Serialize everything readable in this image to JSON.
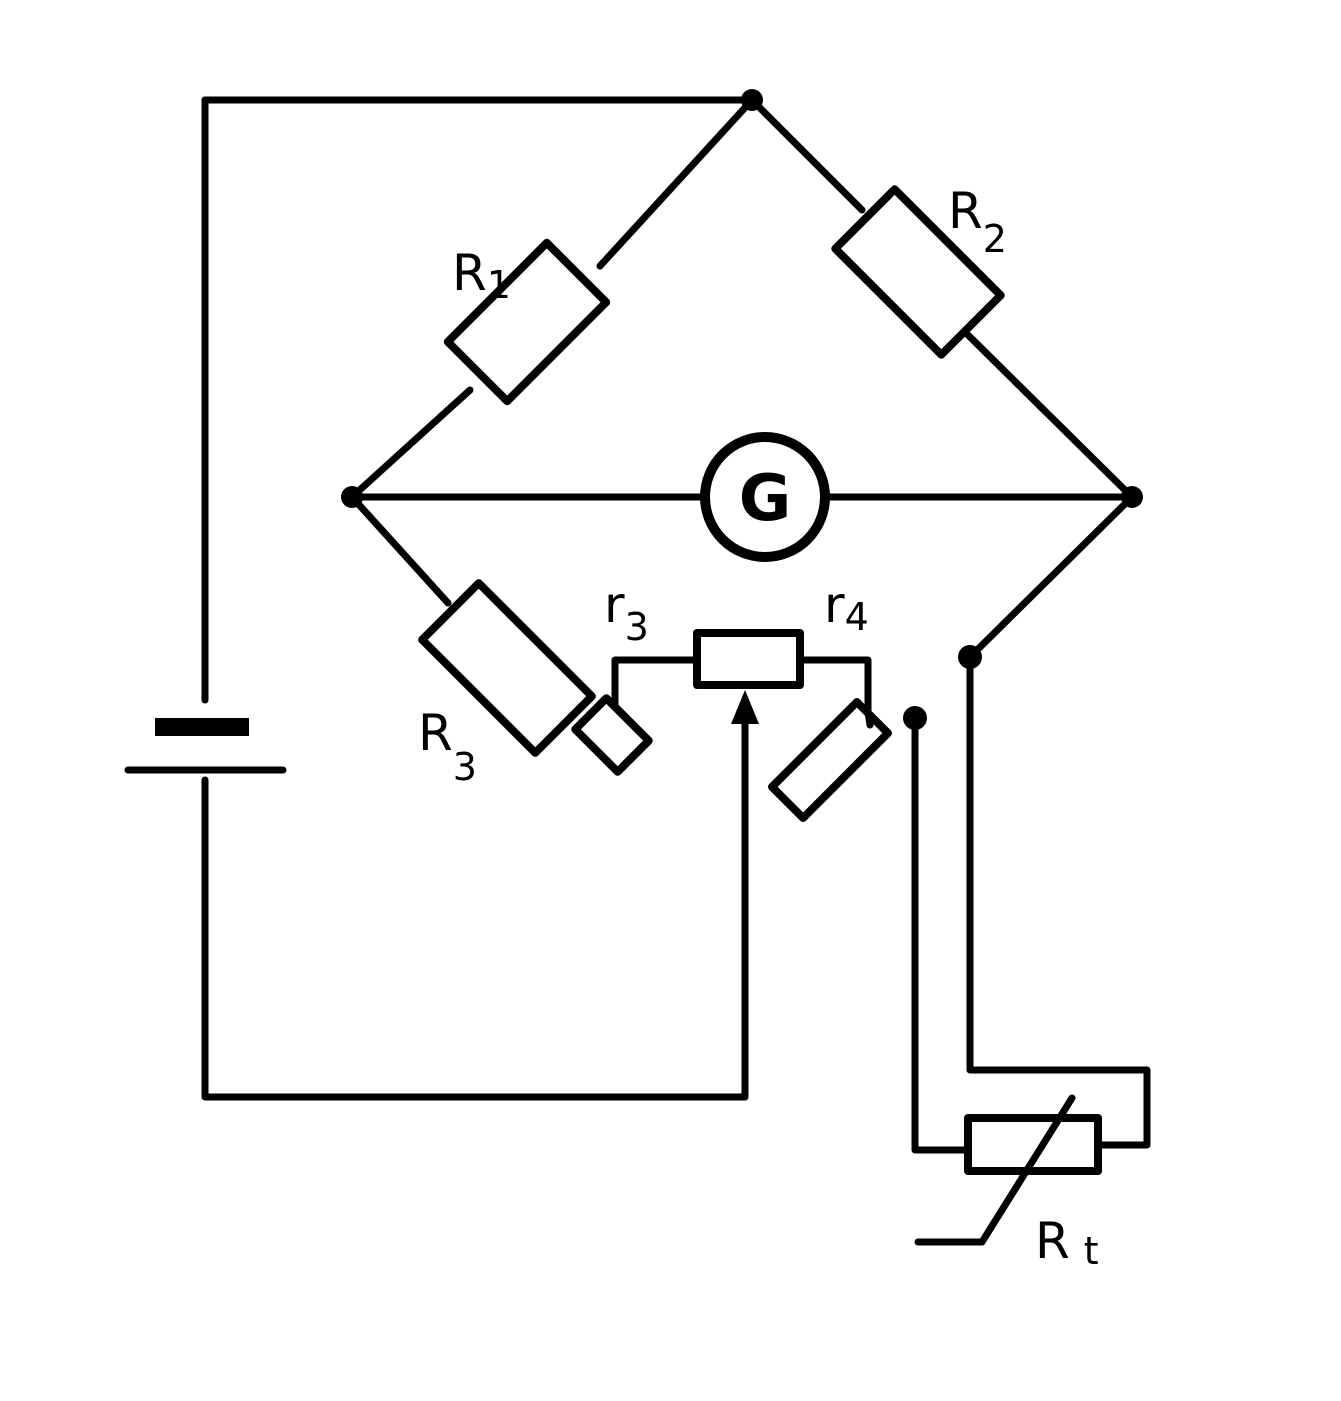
{
  "diagram": {
    "labels": {
      "r1_main": "R",
      "r1_sub": "1",
      "r2_main": "R",
      "r2_sub": "2",
      "r3_main": "R",
      "r3_sub": "3",
      "small_r3_main": "r",
      "small_r3_sub": "3",
      "small_r4_main": "r",
      "small_r4_sub": "4",
      "galvanometer": "G",
      "rt_main": "R",
      "rt_sub": "t"
    }
  }
}
